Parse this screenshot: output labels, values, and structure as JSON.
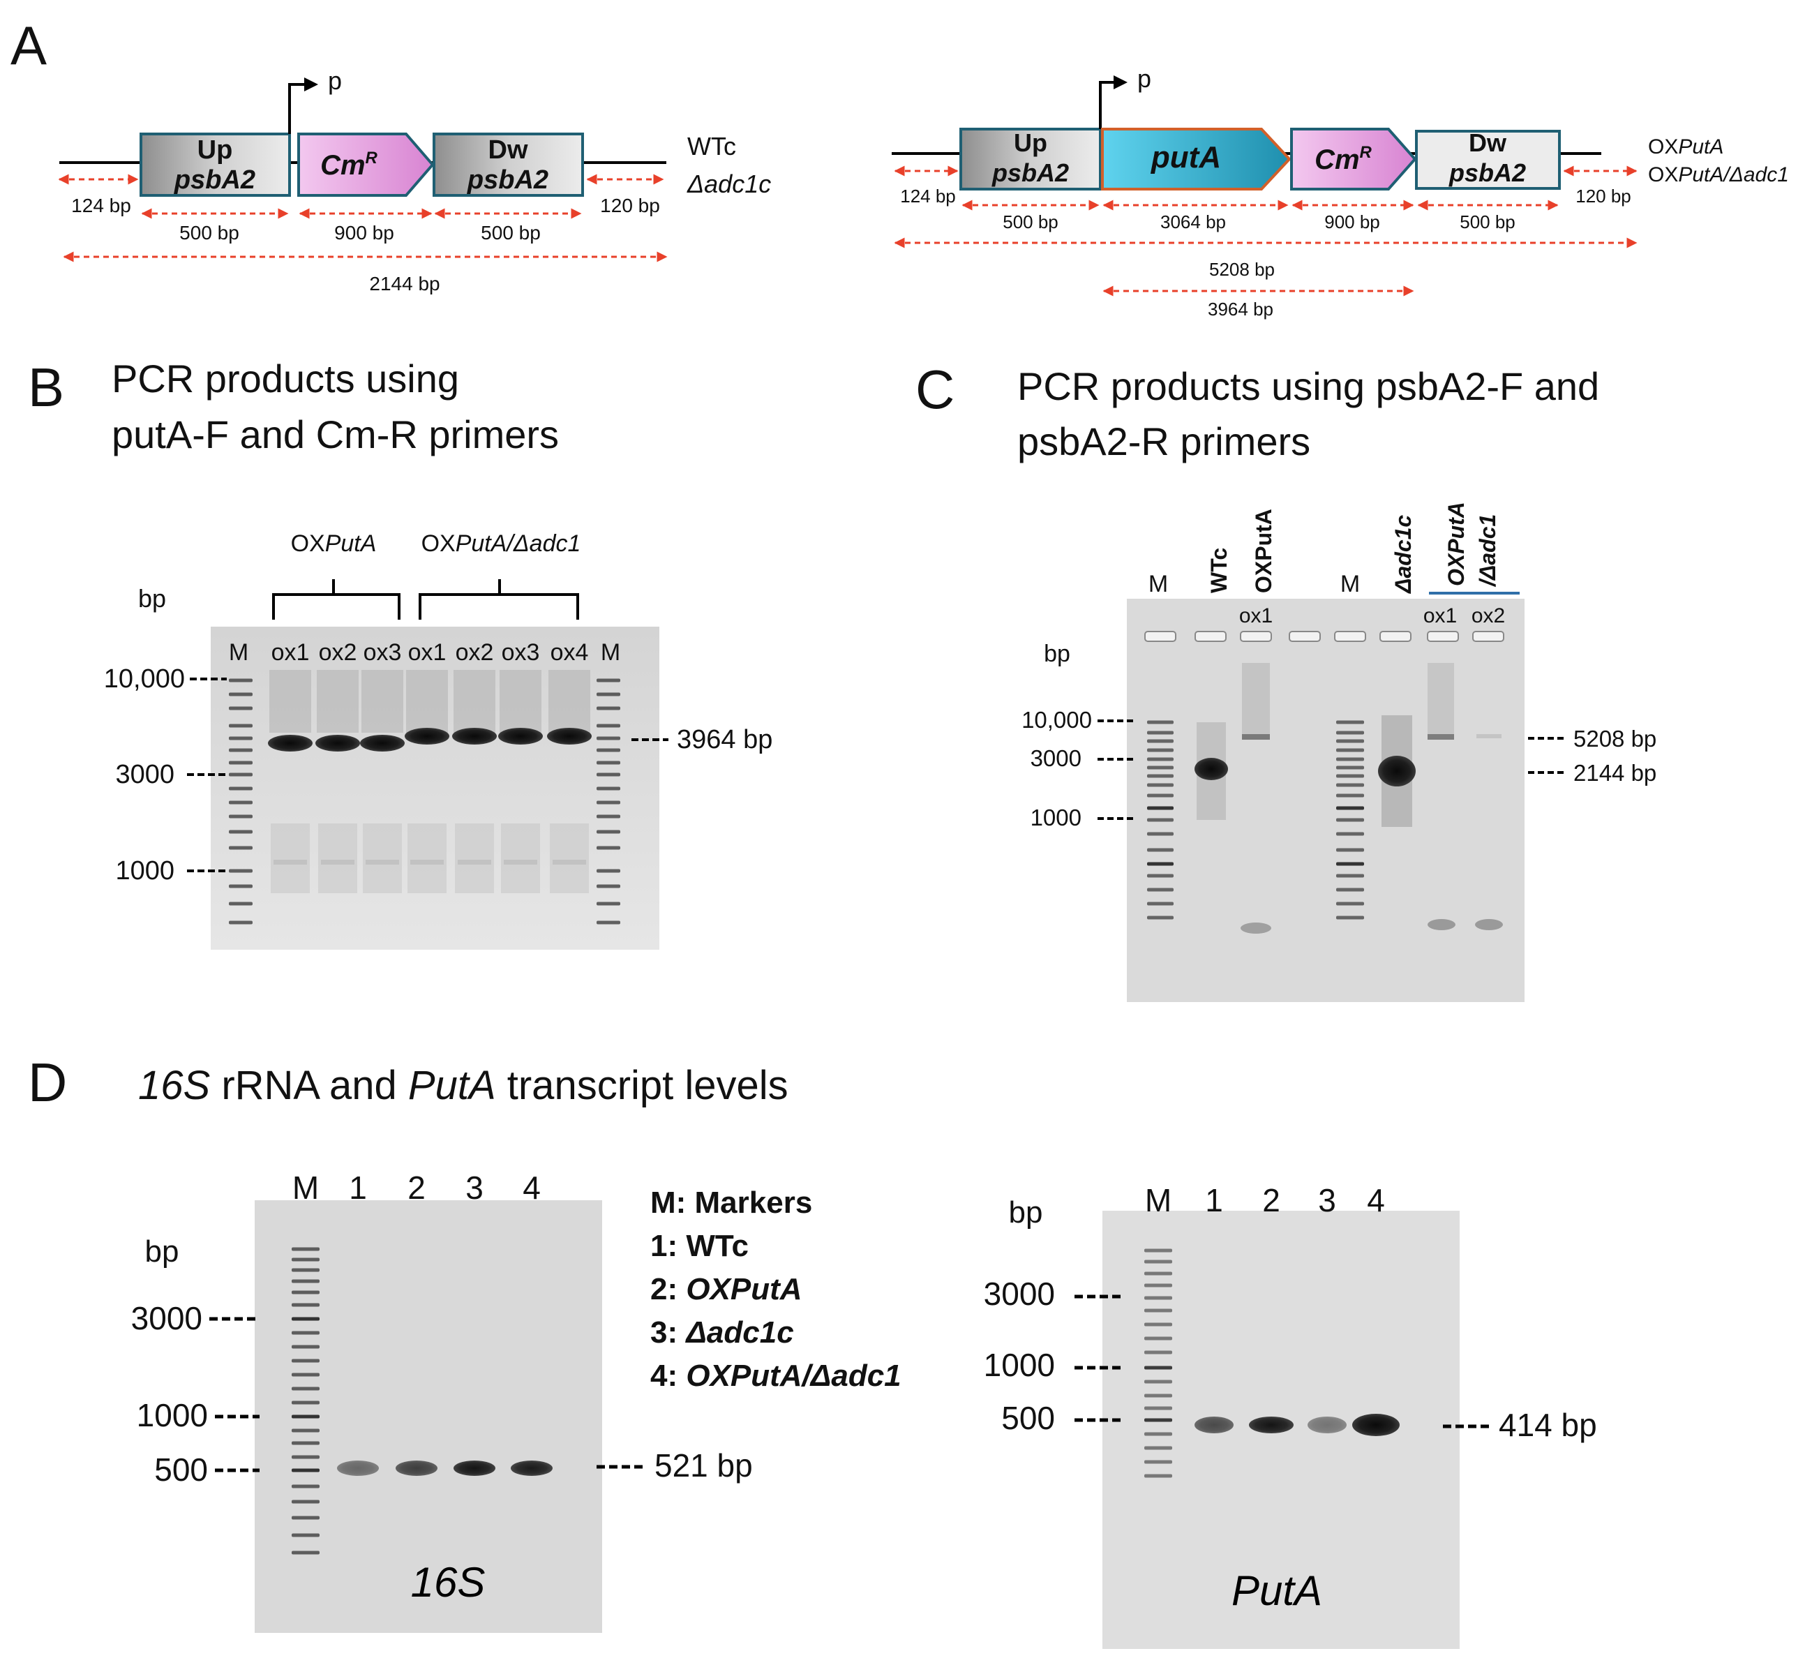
{
  "panel_a": {
    "letter": "A",
    "left": {
      "promoter": "p",
      "up": [
        "Up",
        "psbA2"
      ],
      "cm": "Cm",
      "cm_sup": "R",
      "dw": [
        "Dw",
        "psbA2"
      ],
      "strains": [
        "WTc",
        "Δadc1c"
      ],
      "flank_left": "124 bp",
      "flank_right": "120 bp",
      "seg_up": "500  bp",
      "seg_cm": "900 bp",
      "seg_dw": "500 bp",
      "total": "2144 bp"
    },
    "right": {
      "promoter": "p",
      "up": [
        "Up",
        "psbA2"
      ],
      "puta": "putA",
      "cm": "Cm",
      "cm_sup": "R",
      "dw": [
        "Dw",
        "psbA2"
      ],
      "strain1_prefix": "OX",
      "strain1_italic": "PutA",
      "strain2_prefix": "OX",
      "strain2_italic": "PutA/Δadc1",
      "flank_left": "124 bp",
      "flank_right": "120 bp",
      "seg_up": "500  bp",
      "seg_puta": "3064 bp",
      "seg_cm": "900 bp",
      "seg_dw": "500 bp",
      "total": "5208 bp",
      "inner": "3964 bp"
    }
  },
  "panel_b": {
    "letter": "B",
    "title_lines": [
      "PCR products using",
      "putA-F and Cm-R primers"
    ],
    "group1_prefix": "OX",
    "group1_italic": "PutA",
    "group2_prefix": "OX",
    "group2_italic": "PutA/Δadc1",
    "unit": "bp",
    "lanes": [
      "M",
      "ox1",
      "ox2",
      "ox3",
      "ox1",
      "ox2",
      "ox3",
      "ox4",
      "M"
    ],
    "markers": [
      "10,000",
      "3000",
      "1000"
    ],
    "band_label": "3964 bp"
  },
  "panel_c": {
    "letter": "C",
    "title_lines": [
      "PCR products using psbA2-F and",
      "psbA2-R primers"
    ],
    "unit": "bp",
    "lane_headers": [
      "M",
      "WTc",
      "OXPutA",
      "M",
      "Δadc1c",
      "OXPutA",
      "/Δadc1"
    ],
    "sub_labels": [
      "ox1",
      "ox1",
      "ox2"
    ],
    "markers": [
      "10,000",
      "3000",
      "1000"
    ],
    "band_labels": [
      "5208 bp",
      "2144 bp"
    ]
  },
  "panel_d": {
    "letter": "D",
    "title_italic1": "16S",
    "title_mid": " rRNA and ",
    "title_italic2": "PutA",
    "title_end": " transcript levels",
    "gel1": {
      "lanes": [
        "M",
        "1",
        "2",
        "3",
        "4"
      ],
      "unit": "bp",
      "markers": [
        "3000",
        "1000",
        "500"
      ],
      "band_label": "521 bp",
      "gel_label": "16S"
    },
    "legend": [
      {
        "key": "M:",
        "text": "Markers"
      },
      {
        "key": "1:",
        "text": "WTc"
      },
      {
        "key": "2:",
        "text": "OXPutA"
      },
      {
        "key": "3:",
        "text": "Δadc1c"
      },
      {
        "key": "4:",
        "text": "OXPutA/Δadc1"
      }
    ],
    "gel2": {
      "lanes": [
        "M",
        "1",
        "2",
        "3",
        "4"
      ],
      "unit": "bp",
      "markers": [
        "3000",
        "1000",
        "500"
      ],
      "band_label": "414 bp",
      "gel_label": "PutA"
    }
  },
  "colors": {
    "arrow_red": "#e8402a",
    "up_box": "#bdbdbd",
    "box_border": "#1f5f73",
    "cm_pink": "#e7a2e0",
    "puta_teal": "#33b5d3",
    "puta_border": "#d2602a",
    "bracket_blue": "#2f6fa8"
  }
}
